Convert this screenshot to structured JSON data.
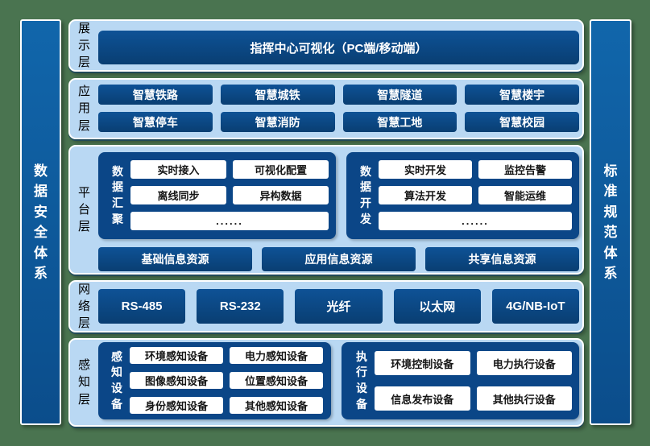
{
  "colors": {
    "bg-green": "#4a7450",
    "panel-blue": "#b9d8f3",
    "navy": "#0b4687",
    "navy-light": "#0e5296",
    "navy-dark": "#093e72",
    "bar-blue-top": "#1166ab",
    "bar-blue-bottom": "#0b4d8b"
  },
  "pillars": {
    "left": "数据安全体系",
    "right": "标准规范体系"
  },
  "layers": [
    {
      "label": "展示层",
      "banner": "指挥中心可视化（PC端/移动端）"
    },
    {
      "label": "应用层",
      "buttons": [
        "智慧铁路",
        "智慧城铁",
        "智慧隧道",
        "智慧楼宇",
        "智慧停车",
        "智慧消防",
        "智慧工地",
        "智慧校园"
      ]
    },
    {
      "label": "平台层",
      "groups": [
        {
          "title": "数据汇聚",
          "buttons": [
            "实时接入",
            "可视化配置",
            "离线同步",
            "异构数据"
          ],
          "more": "......"
        },
        {
          "title": "数据开发",
          "buttons": [
            "实时开发",
            "监控告警",
            "算法开发",
            "智能运维"
          ],
          "more": "......"
        }
      ],
      "resources": [
        "基础信息资源",
        "应用信息资源",
        "共享信息资源"
      ]
    },
    {
      "label": "网络层",
      "buttons": [
        "RS-485",
        "RS-232",
        "光纤",
        "以太网",
        "4G/NB-IoT"
      ]
    },
    {
      "label": "感知层",
      "groups": [
        {
          "title": "感知设备",
          "buttons": [
            "环境感知设备",
            "电力感知设备",
            "图像感知设备",
            "位置感知设备",
            "身份感知设备",
            "其他感知设备"
          ]
        },
        {
          "title": "执行设备",
          "buttons": [
            "环境控制设备",
            "电力执行设备",
            "信息发布设备",
            "其他执行设备"
          ]
        }
      ]
    }
  ]
}
